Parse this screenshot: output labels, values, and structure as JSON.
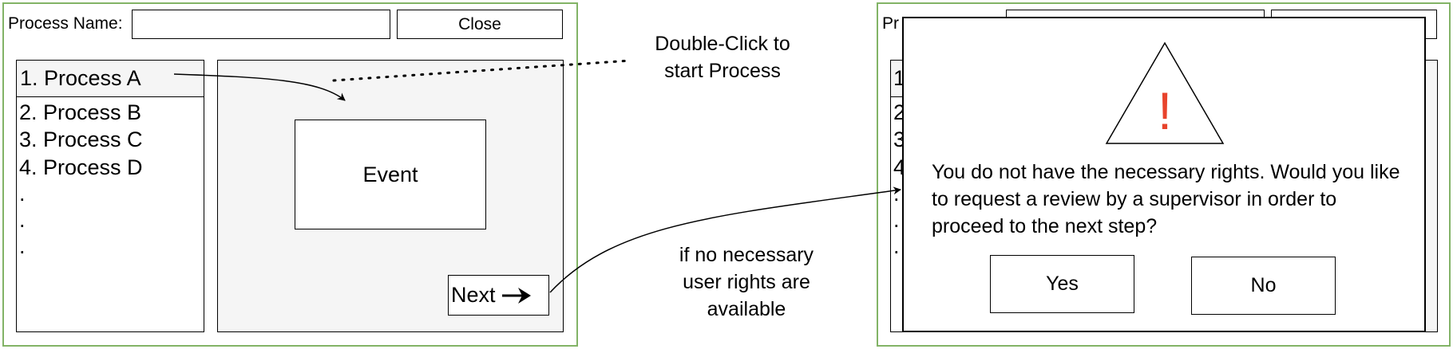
{
  "window_main": {
    "process_name_label": "Process Name:",
    "process_name_value": "",
    "close_label": "Close",
    "list_items": [
      "1. Process A",
      "2. Process B",
      "3. Process C",
      "4. Process D",
      ".",
      ".",
      "."
    ],
    "event_label": "Event",
    "next_label": "Next"
  },
  "annotations": {
    "double_click_line1": "Double-Click to",
    "double_click_line2": "start Process",
    "no_rights_line1": "if no necessary",
    "no_rights_line2": "user rights are",
    "no_rights_line3": "available"
  },
  "window_back": {
    "process_label_fragment": "Pr",
    "list_fragments": [
      "1",
      "2",
      "3",
      "4",
      ".",
      ".",
      "."
    ]
  },
  "dialog": {
    "warning_symbol": "!",
    "message": "You do not have the necessary rights. Would you like to request a review by a supervisor in order to proceed to the next step?",
    "yes_label": "Yes",
    "no_label": "No"
  },
  "colors": {
    "frame_border": "#82b366",
    "panel_fill": "#f5f5f5",
    "warning_red": "#e8432c"
  },
  "icons": {
    "warning": "warning-triangle-icon",
    "next_arrow": "right-arrow-icon"
  }
}
